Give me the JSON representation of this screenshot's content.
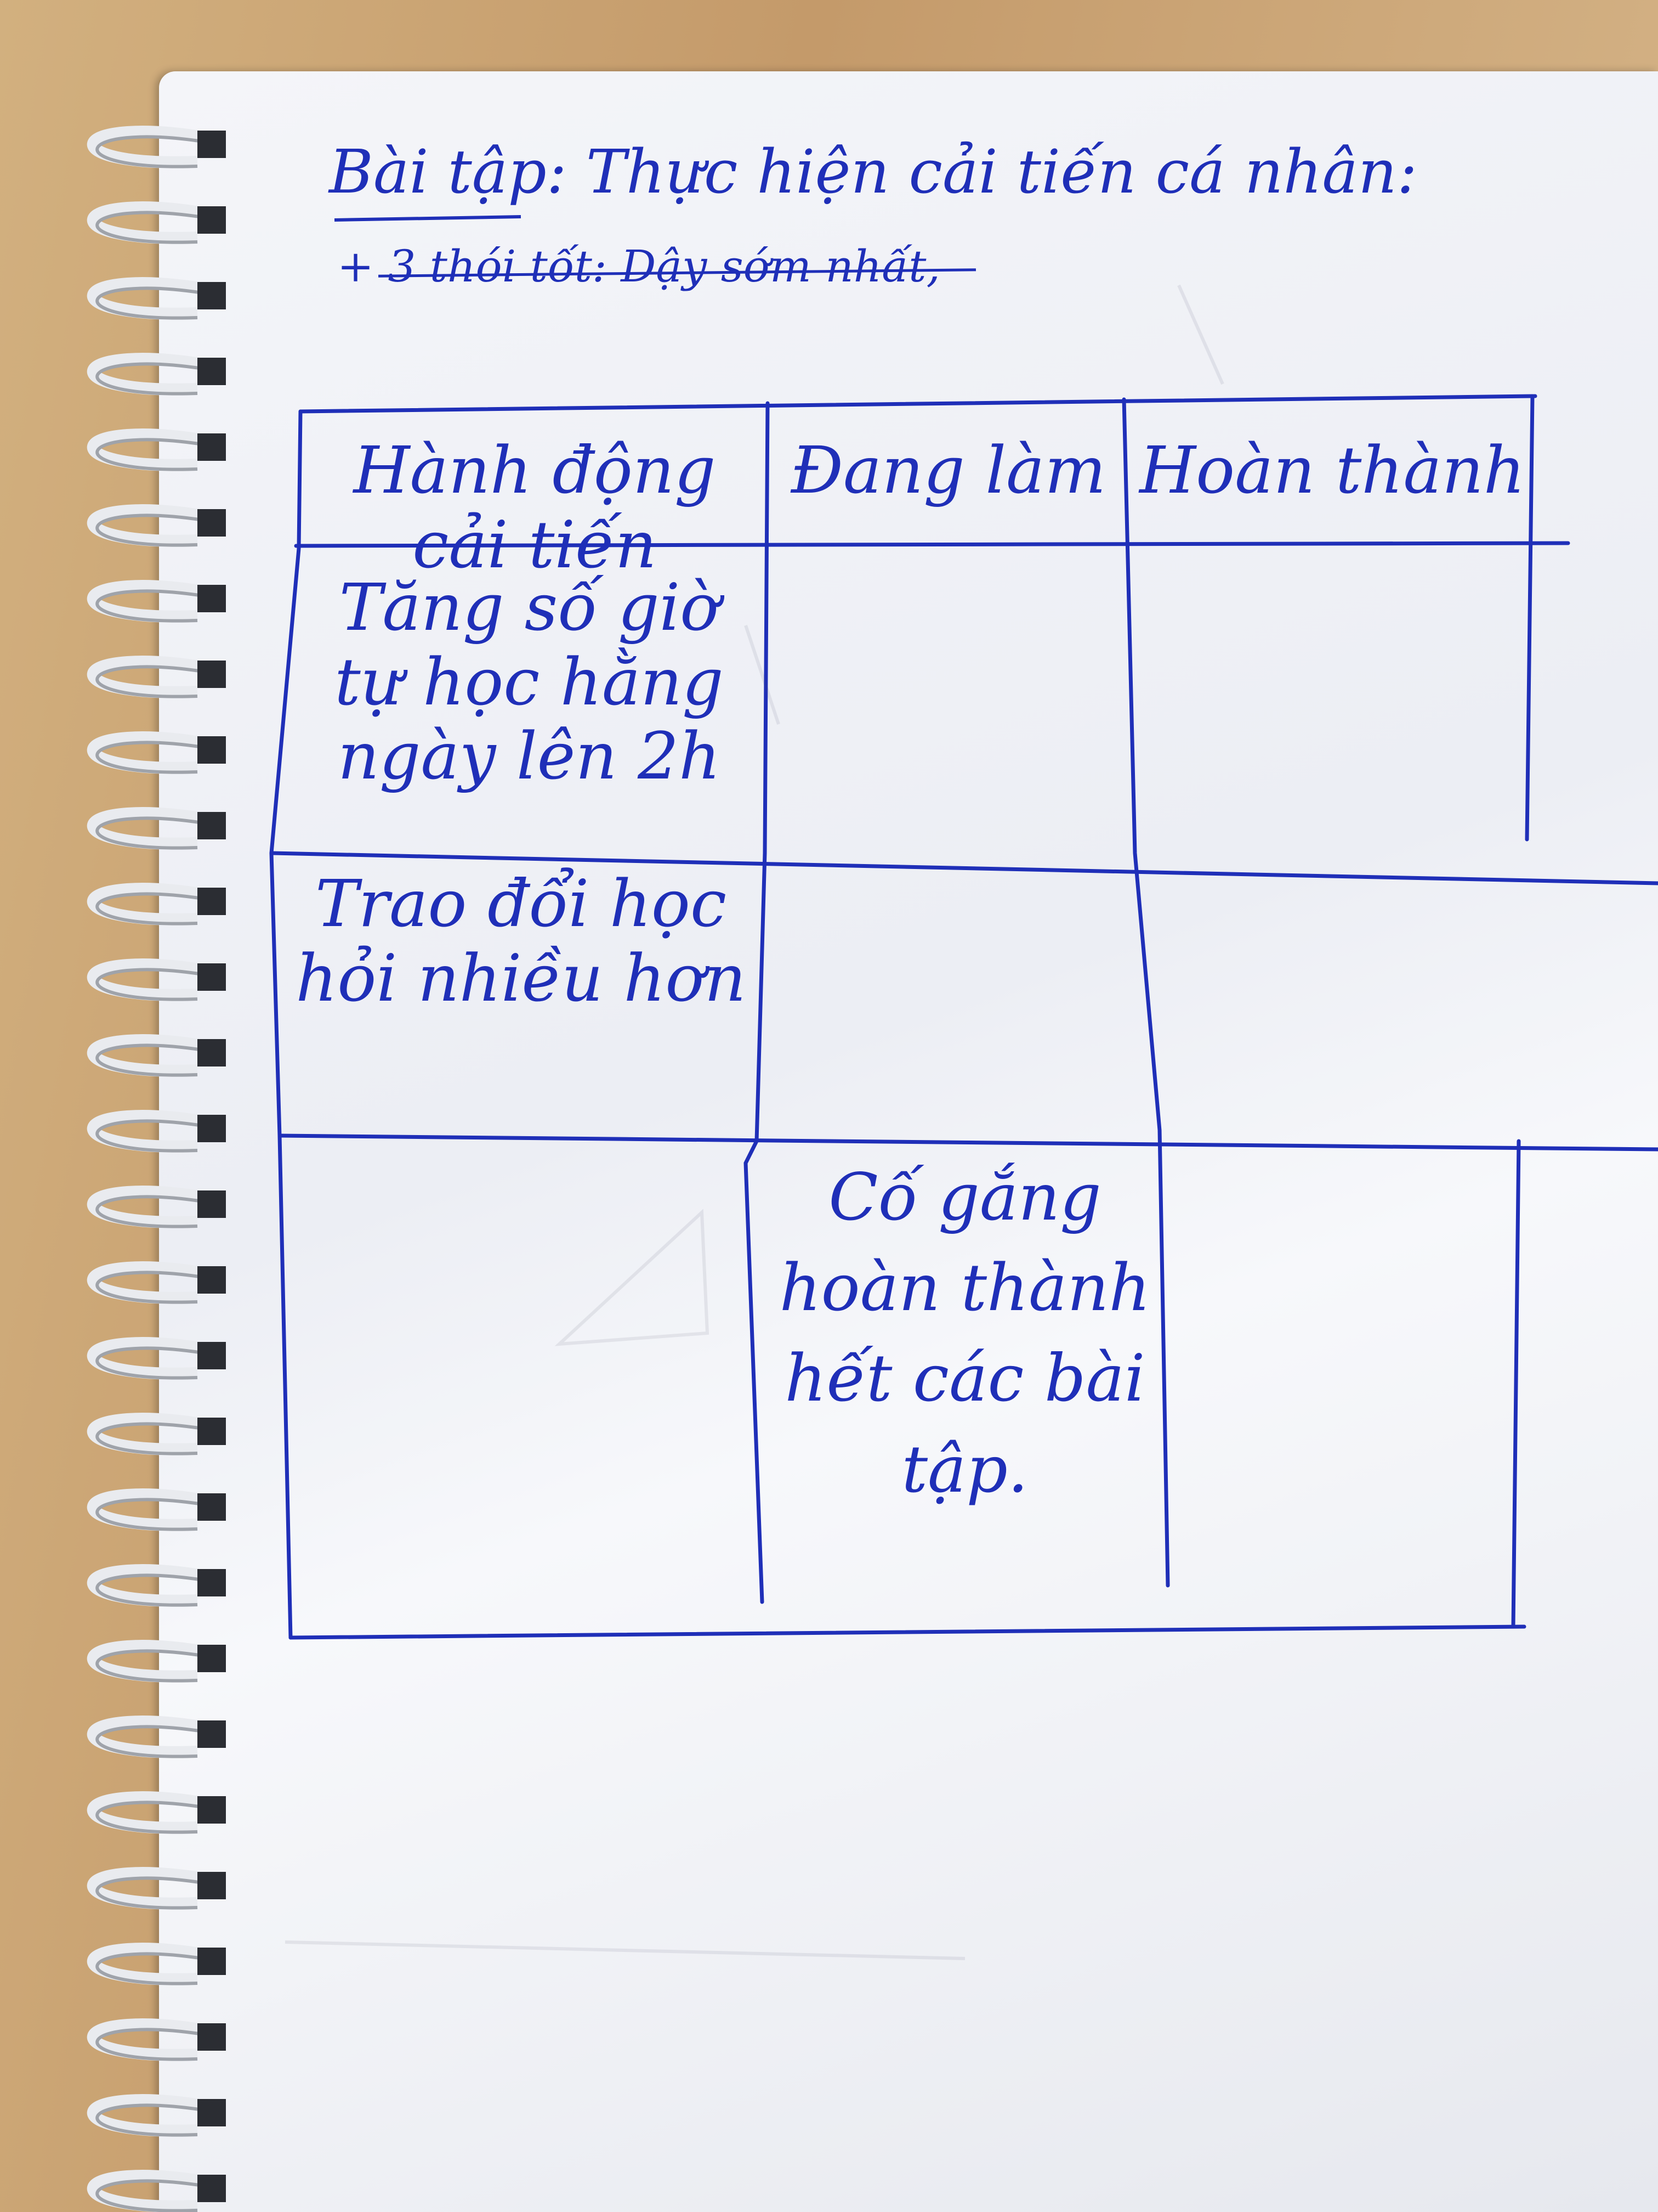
{
  "note": {
    "title": "Bài tập: Thực hiện cải tiến cá nhân:",
    "struck_line": "+ 3 thói tốt: Dậy sớm nhất,"
  },
  "table": {
    "headers": [
      "Hành động cải tiến",
      "Đang làm",
      "Hoàn thành"
    ],
    "rows": [
      [
        "Tăng số giờ tự học hằng ngày lên 2h",
        "",
        ""
      ],
      [
        "Trao đổi học hỏi nhiều hơn",
        "",
        ""
      ],
      [
        "",
        "Cố gắng hoàn thành hết các bài tập.",
        ""
      ]
    ]
  },
  "ink_color": "#1f2fb8",
  "paper_color": "#f1f2f7"
}
